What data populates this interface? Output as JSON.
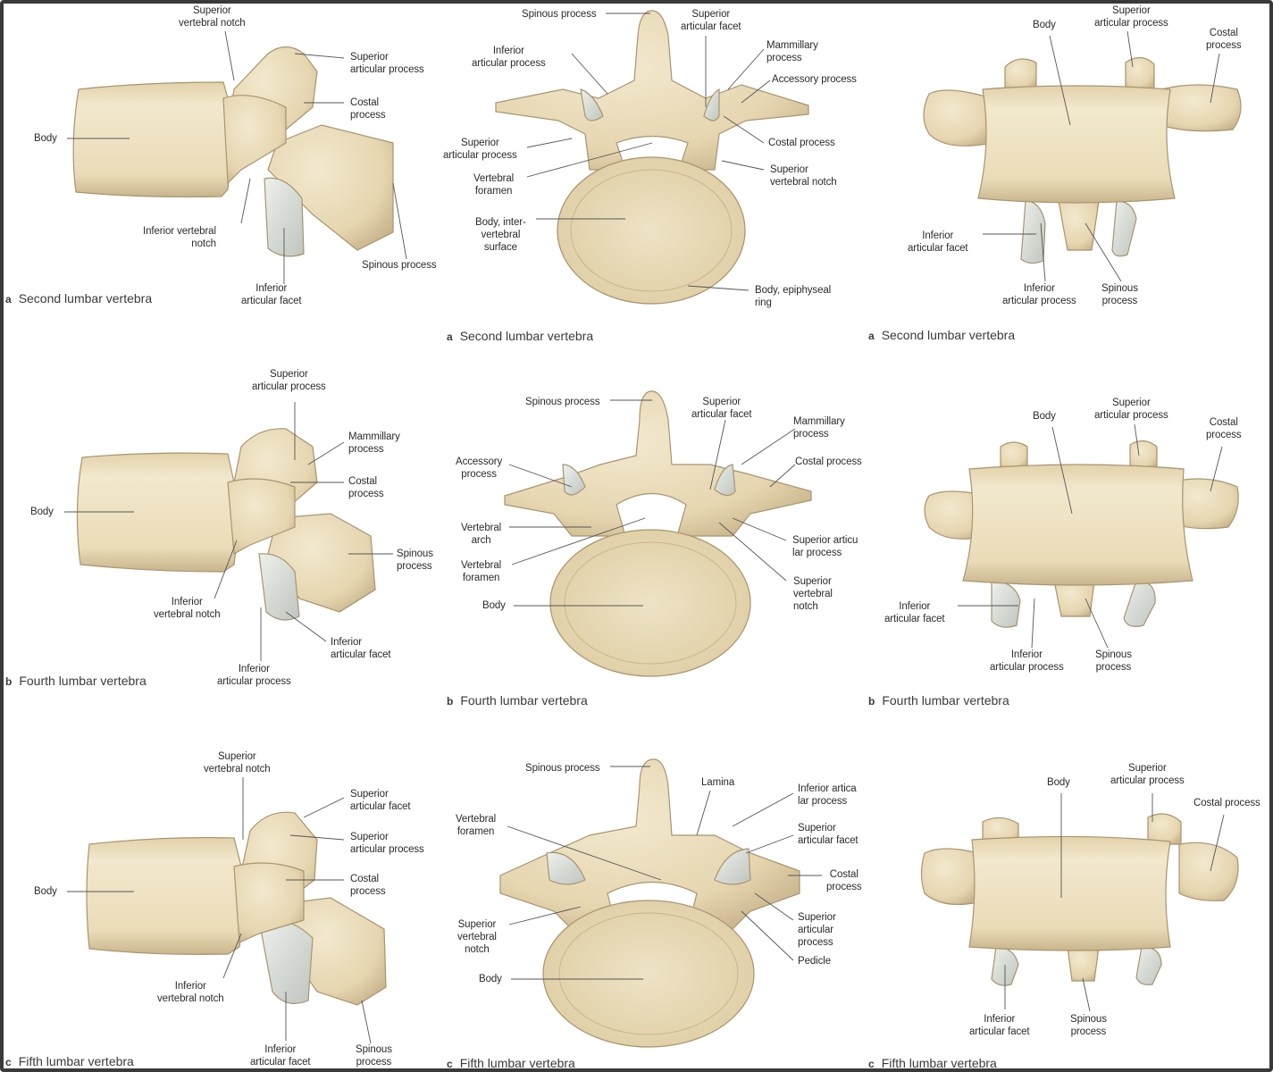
{
  "colors": {
    "bone": "#ede1c2",
    "bone_shadow": "#c8b58d",
    "bone_outline": "#a89470",
    "cartilage": "#d9ddd8",
    "leader": "#555555",
    "text": "#2b2b2b"
  },
  "captions": {
    "r1c1": {
      "letter": "a",
      "text": "Second lumbar vertebra"
    },
    "r1c2": {
      "letter": "a",
      "text": "Second lumbar vertebra"
    },
    "r1c3": {
      "letter": "a",
      "text": "Second lumbar vertebra"
    },
    "r2c1": {
      "letter": "b",
      "text": "Fourth lumbar vertebra"
    },
    "r2c2": {
      "letter": "b",
      "text": "Fourth lumbar vertebra"
    },
    "r2c3": {
      "letter": "b",
      "text": "Fourth lumbar vertebra"
    },
    "r3c1": {
      "letter": "c",
      "text": "Fifth lumbar vertebra"
    },
    "r3c2": {
      "letter": "c",
      "text": "Fifth lumbar vertebra"
    },
    "r3c3": {
      "letter": "c",
      "text": "Fifth lumbar vertebra"
    }
  },
  "labels": {
    "r1c1": {
      "sup_notch": "Superior\nvertebral notch",
      "sup_art_proc": "Superior\narticular process",
      "costal": "Costal\nprocess",
      "body": "Body",
      "inf_notch": "Inferior vertebral\nnotch",
      "inf_facet": "Inferior\narticular facet",
      "spinous": "Spinous process"
    },
    "r1c2": {
      "spinous": "Spinous process",
      "sup_facet": "Superior\narticular facet",
      "inf_art_proc": "Inferior\narticular process",
      "mammillary": "Mammillary\nprocess",
      "accessory": "Accessory process",
      "sup_art_proc": "Superior\narticular process",
      "costal": "Costal process",
      "foramen": "Vertebral\nforamen",
      "sup_notch": "Superior\nvertebral notch",
      "body_surface": "Body, inter-\nvertebral\nsurface",
      "epiphyseal": "Body, epiphyseal\nring"
    },
    "r1c3": {
      "body": "Body",
      "sup_art_proc": "Superior\narticular process",
      "costal": "Costal\nprocess",
      "inf_facet": "Inferior\narticular facet",
      "inf_art_proc": "Inferior\narticular process",
      "spinous": "Spinous\nprocess"
    },
    "r2c1": {
      "sup_art_proc": "Superior\narticular process",
      "mammillary": "Mammillary\nprocess",
      "costal": "Costal\nprocess",
      "body": "Body",
      "spinous": "Spinous\nprocess",
      "inf_notch": "Inferior\nvertebral notch",
      "inf_facet": "Inferior\narticular facet",
      "inf_art_proc": "Inferior\narticular process"
    },
    "r2c2": {
      "spinous": "Spinous process",
      "sup_facet": "Superior\narticular facet",
      "mammillary": "Mammillary\nprocess",
      "accessory": "Accessory\nprocess",
      "costal": "Costal process",
      "arch": "Vertebral\narch",
      "sup_art_proc": "Superior articu\nlar process",
      "foramen": "Vertebral\nforamen",
      "sup_notch": "Superior\nvertebral\nnotch",
      "body": "Body"
    },
    "r2c3": {
      "body": "Body",
      "sup_art_proc": "Superior\narticular process",
      "costal": "Costal\nprocess",
      "inf_facet": "Inferior\narticular facet",
      "inf_art_proc": "Inferior\narticular process",
      "spinous": "Spinous\nprocess"
    },
    "r3c1": {
      "sup_notch": "Superior\nvertebral notch",
      "sup_facet": "Superior\narticular facet",
      "sup_art_proc": "Superior\narticular process",
      "costal": "Costal\nprocess",
      "body": "Body",
      "inf_notch": "Inferior\nvertebral notch",
      "inf_facet": "Inferior\narticular facet",
      "spinous": "Spinous\nprocess"
    },
    "r3c2": {
      "spinous": "Spinous process",
      "lamina": "Lamina",
      "inf_art_proc": "Inferior artica\nlar process",
      "foramen": "Vertebral\nforamen",
      "sup_facet": "Superior\narticular facet",
      "costal": "Costal\nprocess",
      "sup_art_proc": "Superior\narticular\nprocess",
      "sup_notch": "Superior\nvertebral\nnotch",
      "pedicle": "Pedicle",
      "body": "Body"
    },
    "r3c3": {
      "body": "Body",
      "sup_art_proc": "Superior\narticular process",
      "costal": "Costal process",
      "inf_facet": "Inferior\narticular facet",
      "spinous": "Spinous\nprocess"
    }
  }
}
